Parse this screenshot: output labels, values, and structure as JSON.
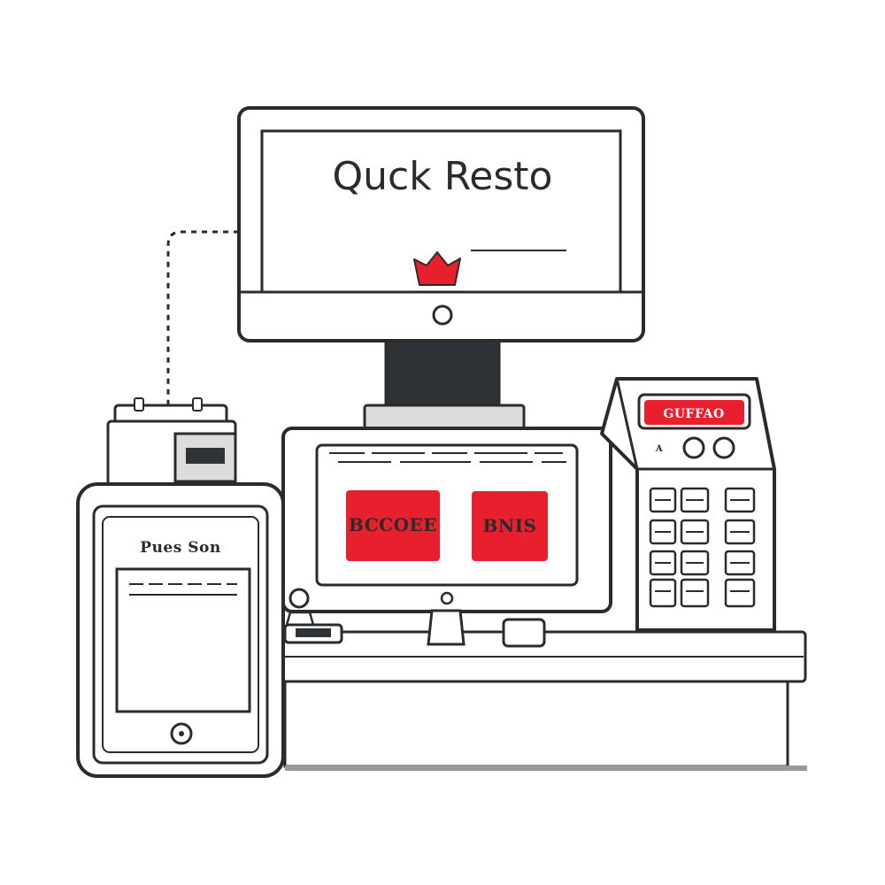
{
  "monitor": {
    "brand_title": "Quck Resto",
    "logo_icon": "crown-icon",
    "power_icon": "power-button-icon"
  },
  "pos_terminal": {
    "buttons": [
      {
        "label": "BCCOEE"
      },
      {
        "label": "BNIS"
      }
    ]
  },
  "tablet": {
    "label": "Pues Son",
    "home_icon": "home-button-icon"
  },
  "cash_register": {
    "display_text": "GUFFAO",
    "small_label": "A"
  },
  "colors": {
    "accent": "#e8202e",
    "ink": "#2b2b2b",
    "stand": "#2f3236",
    "shade": "#dcdcdc"
  }
}
